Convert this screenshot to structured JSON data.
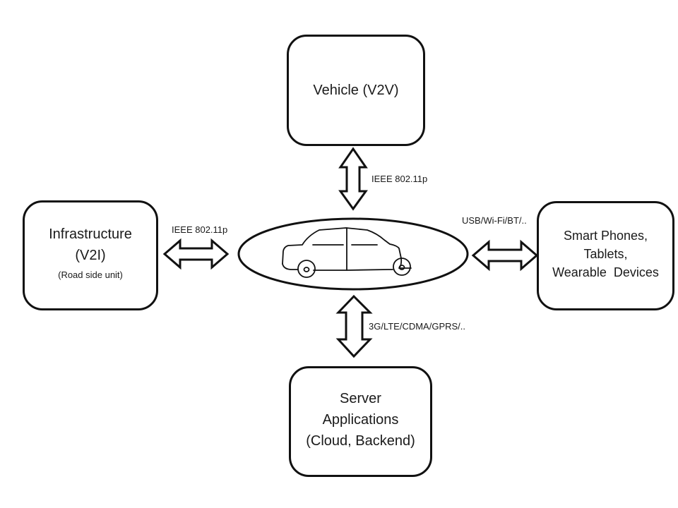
{
  "diagram": {
    "title": "Connected vehicle communication",
    "center": {
      "label": "Vehicle (car)",
      "icon": "car-icon"
    },
    "nodes": {
      "v2v": {
        "title": "Vehicle (V2V)"
      },
      "v2i": {
        "title_line1": "Infrastructure",
        "title_line2": "(V2I)",
        "subtitle": "(Road side unit)"
      },
      "devices": {
        "line1": "Smart Phones,",
        "line2": "Tablets,",
        "line3": "Wearable  Devices"
      },
      "server": {
        "line1": "Server",
        "line2": "Applications",
        "line3": "(Cloud, Backend)"
      }
    },
    "links": {
      "v2v": {
        "label": "IEEE 802.11p",
        "direction": "bidirectional"
      },
      "v2i": {
        "label": "IEEE 802.11p",
        "direction": "bidirectional"
      },
      "devices": {
        "label": "USB/Wi-Fi/BT/..",
        "direction": "bidirectional"
      },
      "server": {
        "label": "3G/LTE/CDMA/GPRS/..",
        "direction": "bidirectional"
      }
    },
    "colors": {
      "stroke": "#111111",
      "background": "#ffffff",
      "text": "#1a1a1a"
    }
  }
}
